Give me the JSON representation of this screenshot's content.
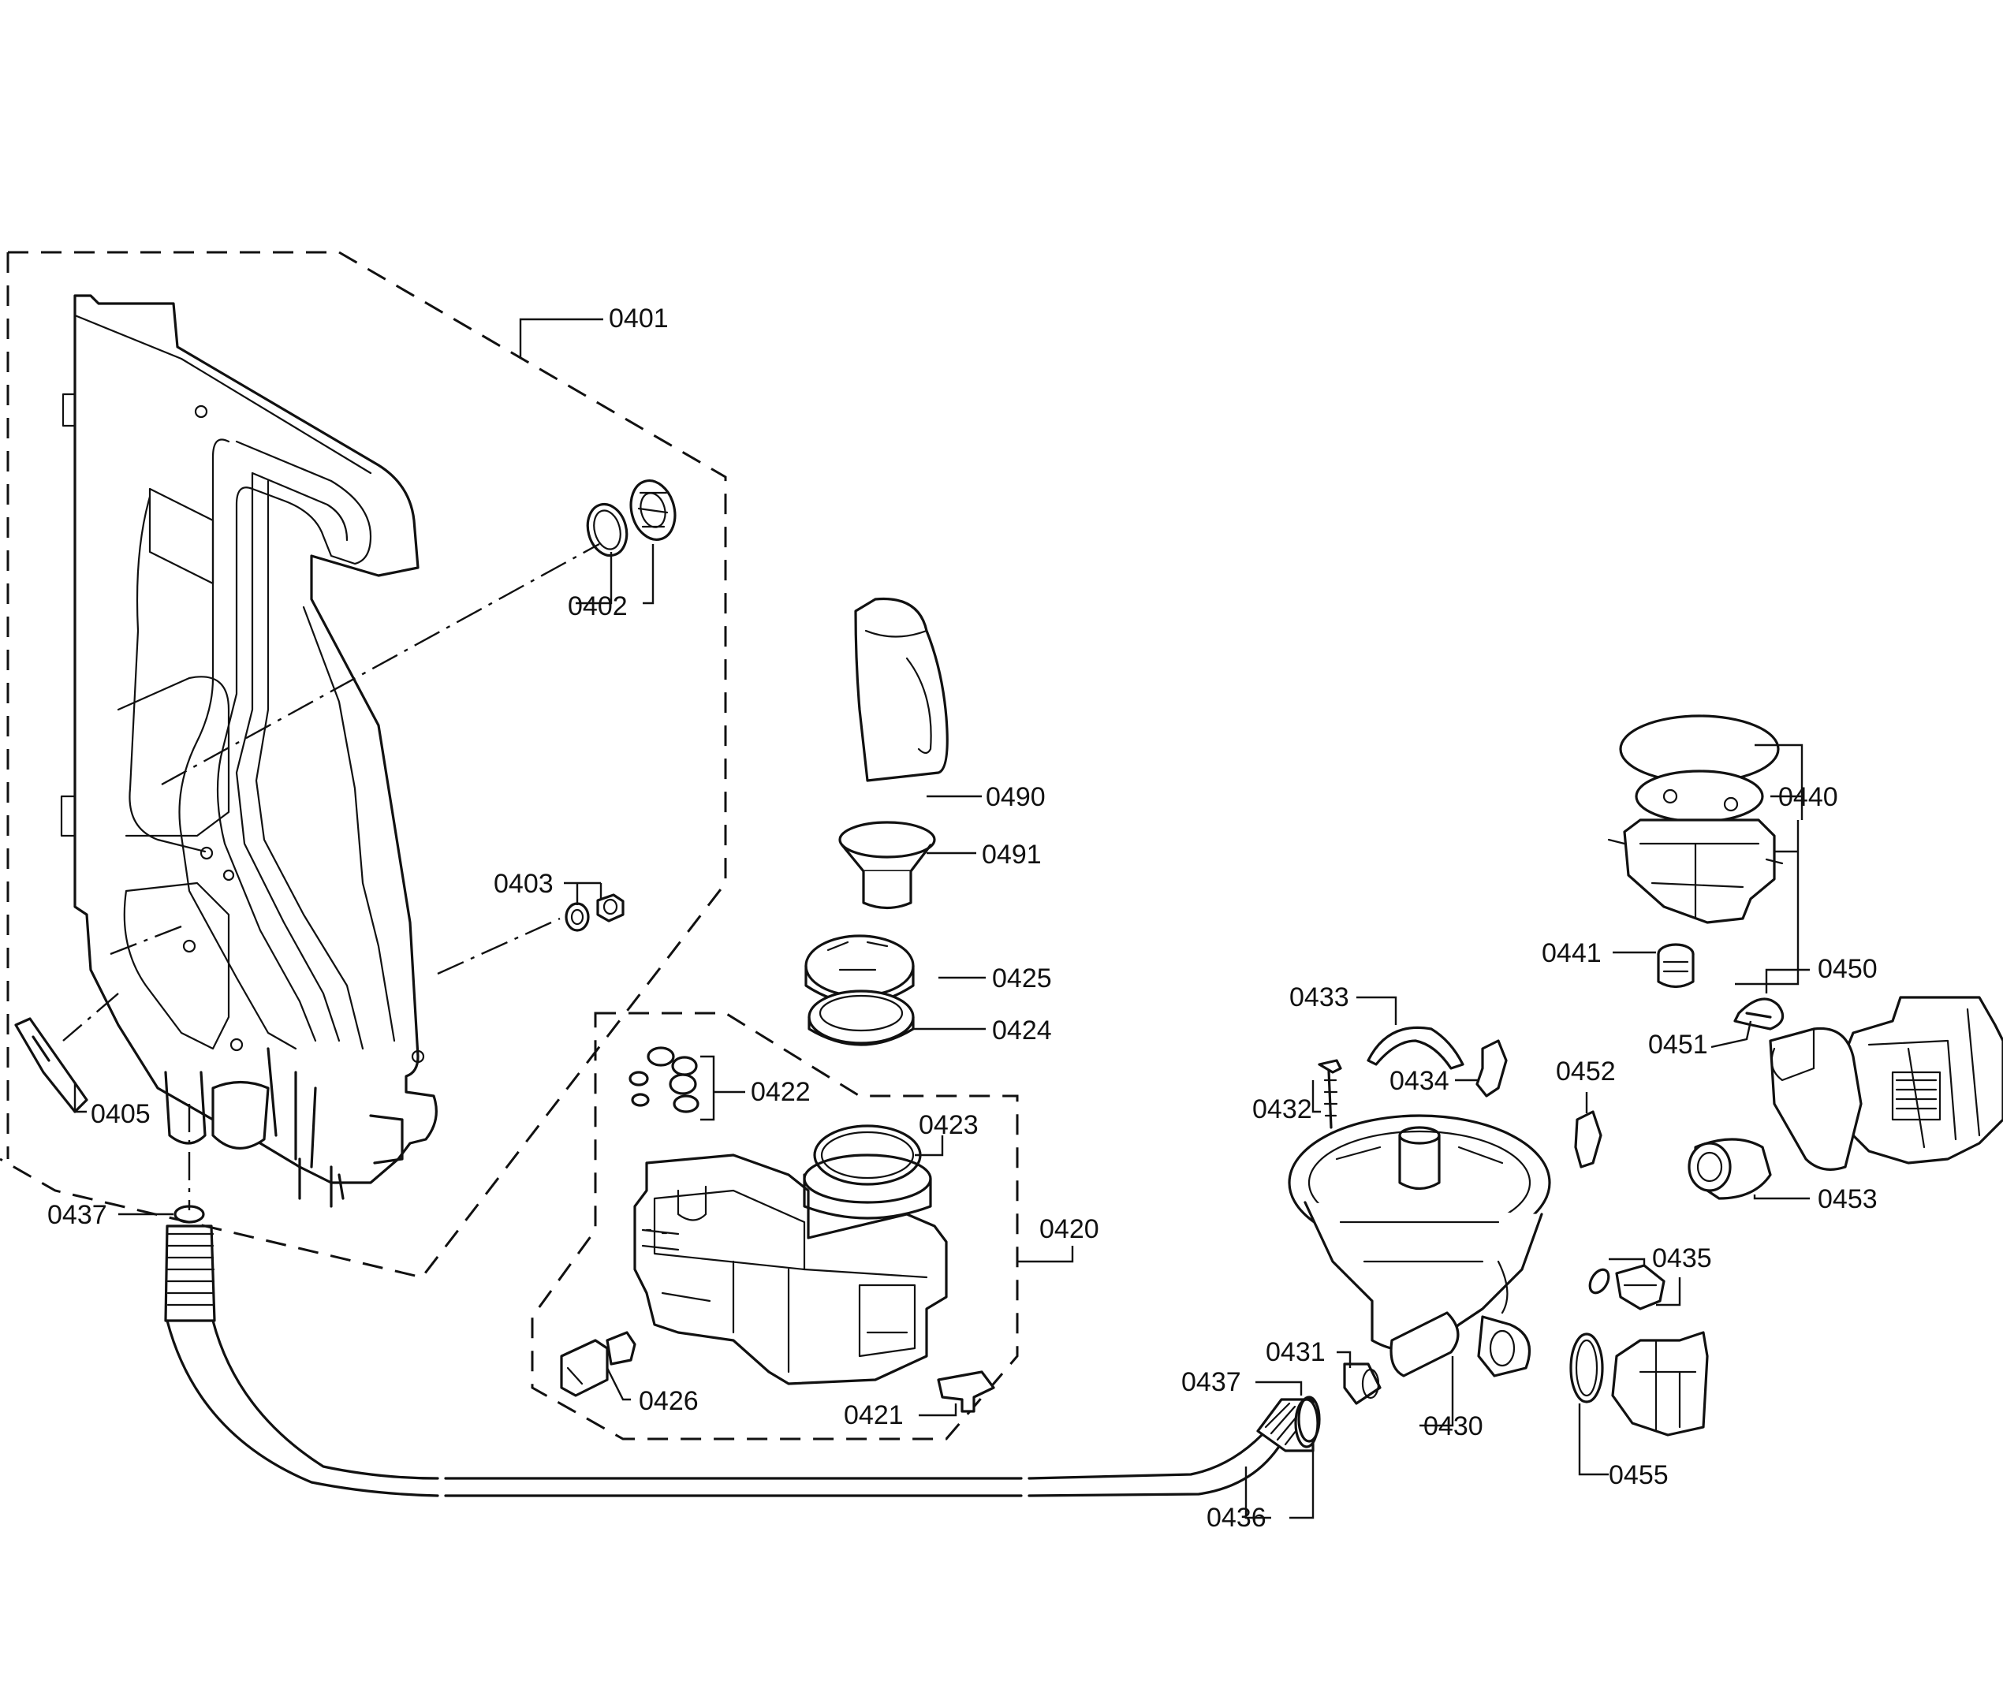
{
  "callouts": [
    {
      "id": "c0401",
      "label": "0401"
    },
    {
      "id": "c0402",
      "label": "0402"
    },
    {
      "id": "c0403",
      "label": "0403"
    },
    {
      "id": "c0405",
      "label": "0405"
    },
    {
      "id": "c0437a",
      "label": "0437"
    },
    {
      "id": "c0490",
      "label": "0490"
    },
    {
      "id": "c0491",
      "label": "0491"
    },
    {
      "id": "c0425",
      "label": "0425"
    },
    {
      "id": "c0424",
      "label": "0424"
    },
    {
      "id": "c0422",
      "label": "0422"
    },
    {
      "id": "c0423",
      "label": "0423"
    },
    {
      "id": "c0420",
      "label": "0420"
    },
    {
      "id": "c0426",
      "label": "0426"
    },
    {
      "id": "c0421",
      "label": "0421"
    },
    {
      "id": "c0440",
      "label": "0440"
    },
    {
      "id": "c0441",
      "label": "0441"
    },
    {
      "id": "c0450",
      "label": "0450"
    },
    {
      "id": "c0451",
      "label": "0451"
    },
    {
      "id": "c0433",
      "label": "0433"
    },
    {
      "id": "c0432",
      "label": "0432"
    },
    {
      "id": "c0434",
      "label": "0434"
    },
    {
      "id": "c0452",
      "label": "0452"
    },
    {
      "id": "c0453",
      "label": "0453"
    },
    {
      "id": "c0435",
      "label": "0435"
    },
    {
      "id": "c0431",
      "label": "0431"
    },
    {
      "id": "c0437b",
      "label": "0437"
    },
    {
      "id": "c0430",
      "label": "0430"
    },
    {
      "id": "c0455",
      "label": "0455"
    },
    {
      "id": "c0436",
      "label": "0436"
    }
  ]
}
